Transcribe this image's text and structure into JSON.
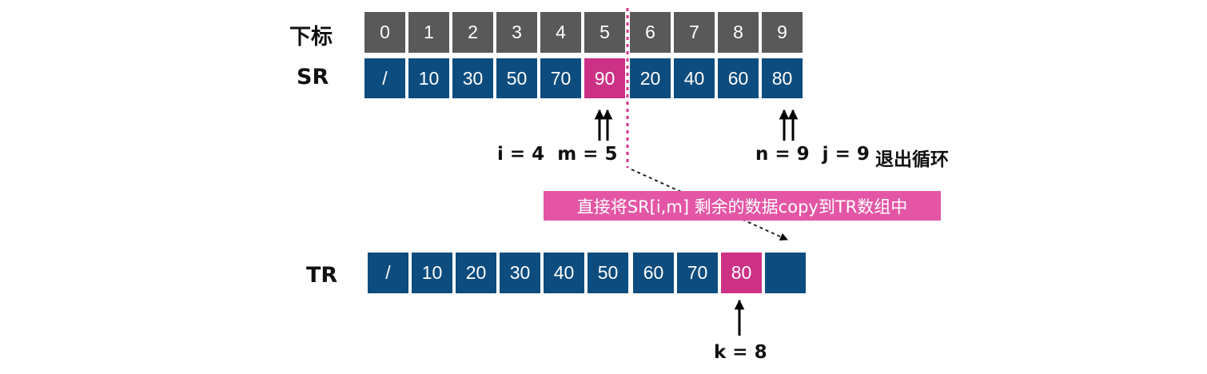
{
  "rows": {
    "index_label": "下标",
    "sr_label": "SR",
    "tr_label": "TR"
  },
  "index_cells": [
    "0",
    "1",
    "2",
    "3",
    "4",
    "5",
    "6",
    "7",
    "8",
    "9"
  ],
  "sr_cells": [
    "/",
    "10",
    "30",
    "50",
    "70",
    "90",
    "20",
    "40",
    "60",
    "80"
  ],
  "tr_cells": [
    "/",
    "10",
    "20",
    "30",
    "40",
    "50",
    "60",
    "70",
    "80",
    ""
  ],
  "highlight": {
    "sr_index": 5,
    "tr_index": 8
  },
  "annotations": {
    "i_m": "i = 4  m = 5",
    "n_j": "n = 9  j = 9",
    "exit_loop": "退出循环",
    "k": "k = 8",
    "callout": "直接将SR[i,m] 剩余的数据copy到TR数组中"
  },
  "colors": {
    "index_bg": "#595959",
    "value_bg": "#0d4c7e",
    "highlight_bg": "#cc3185",
    "callout_bg": "#e456a5",
    "divider": "#d6338a"
  }
}
